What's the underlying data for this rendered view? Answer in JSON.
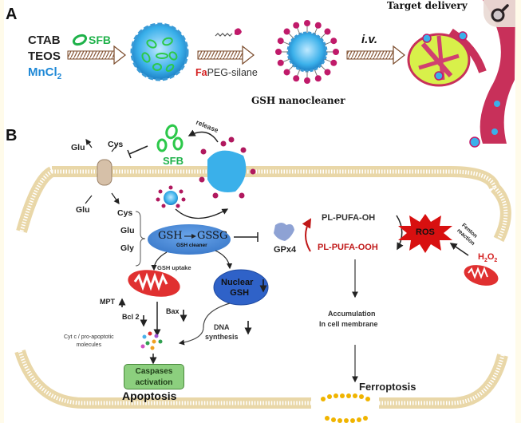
{
  "panel_a": {
    "label": "A",
    "reagents": [
      "CTAB",
      "TEOS",
      "MnCl"
    ],
    "mncl_subscript": "2",
    "sfb_label": "SFB",
    "fapeg_prefix": "Fa",
    "fapeg_suffix": "PEG-silane",
    "nanocleaner_label": "GSH nanocleaner",
    "iv_label": "i.v.",
    "target_label": "Target delivery"
  },
  "panel_b": {
    "label": "B",
    "release_label": "release",
    "sfb_label": "SFB",
    "transporter_top": [
      "Glu",
      "Cys"
    ],
    "transporter_bottom": [
      "Glu",
      "Cys"
    ],
    "gsh_precursors": [
      "Cys",
      "Glu",
      "Gly"
    ],
    "gsh_oval": {
      "left": "GSH",
      "right": "GSSG",
      "sub": "GSH cleaner"
    },
    "gpx4_label": "GPx4",
    "pufa_oh": "PL-PUFA-OH",
    "pufa_ooh": "PL-PUFA-OOH",
    "ros_label": "ROS",
    "fenton_label": [
      "Fenton",
      "reaction"
    ],
    "h2o2": {
      "h": "H",
      "sub1": "2",
      "o": "O",
      "sub2": "2"
    },
    "gsh_uptake": "GSH uptake",
    "nuclear_gsh": [
      "Nuclear",
      "GSH"
    ],
    "mpt_label": "MPT",
    "bcl2_label": "Bcl 2",
    "bax_label": "Bax",
    "dna_synthesis": [
      "DNA",
      "synthesis"
    ],
    "cytc_label": [
      "Cyt c / pro-apoptotic",
      "molecules"
    ],
    "caspases": [
      "Caspases",
      "activation"
    ],
    "apoptosis": "Apoptosis",
    "accumulation": [
      "Accumulation",
      "In cell membrane"
    ],
    "ferroptosis": "Ferroptosis"
  },
  "toolbar": {
    "zoom_icon": "magnifier-icon"
  },
  "colors": {
    "sfb_green": "#1fb24a",
    "mncl_blue": "#1e88d6",
    "fa_red": "#d42020",
    "oval_blue": "#4a8ad8",
    "nuclear_blue": "#2f62c8",
    "pufa_red": "#c01818",
    "ros_red": "#d81010",
    "vessel": "#c8305a",
    "membrane": "#e9d7a8"
  }
}
